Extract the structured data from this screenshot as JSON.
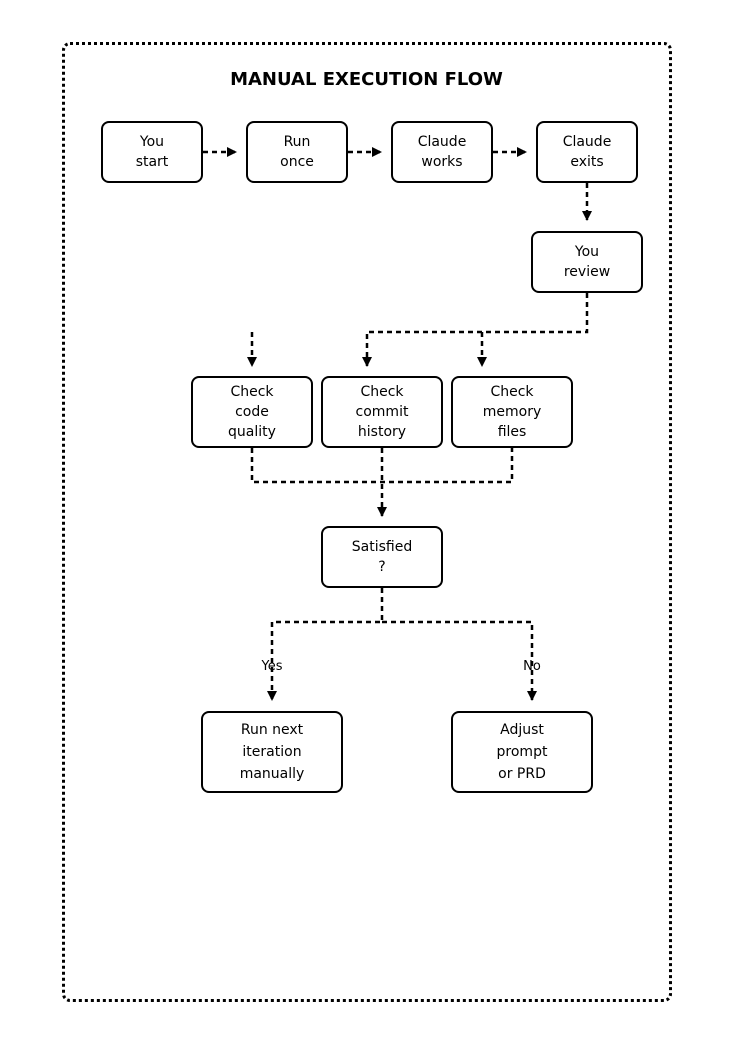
{
  "title": "MANUAL EXECUTION FLOW",
  "nodes": {
    "you_start": [
      "You",
      "start"
    ],
    "run_once": [
      "Run",
      "once"
    ],
    "claude_works": [
      "Claude",
      "works"
    ],
    "claude_exits": [
      "Claude",
      "exits"
    ],
    "you_review": [
      "You",
      "review"
    ],
    "check_code_quality": [
      "Check",
      "code",
      "quality"
    ],
    "check_commit_history": [
      "Check",
      "commit",
      "history"
    ],
    "check_memory_files": [
      "Check",
      "memory",
      "files"
    ],
    "satisfied": [
      "Satisfied",
      "?"
    ],
    "run_next_iteration": [
      "Run next",
      "iteration",
      "manually"
    ],
    "adjust_prompt": [
      "Adjust",
      "prompt",
      "or PRD"
    ]
  },
  "edge_labels": {
    "yes": "Yes",
    "no": "No"
  }
}
